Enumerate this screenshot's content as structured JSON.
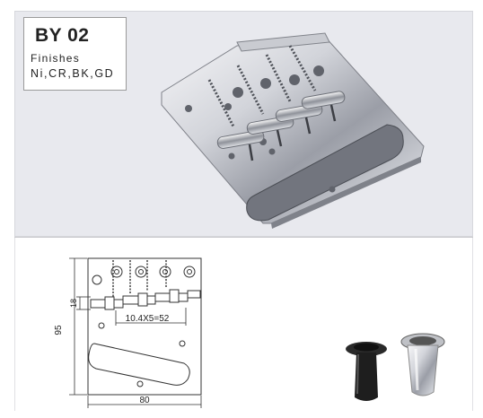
{
  "product": {
    "model": "BY 02",
    "finishes_label": "Finishes",
    "finishes_values": "Ni,CR,BK,GD"
  },
  "drawing": {
    "height_dim": "95",
    "width_dim": "80",
    "saddle_height_dim": "18",
    "spacing_dim": "10.4X5=52"
  }
}
